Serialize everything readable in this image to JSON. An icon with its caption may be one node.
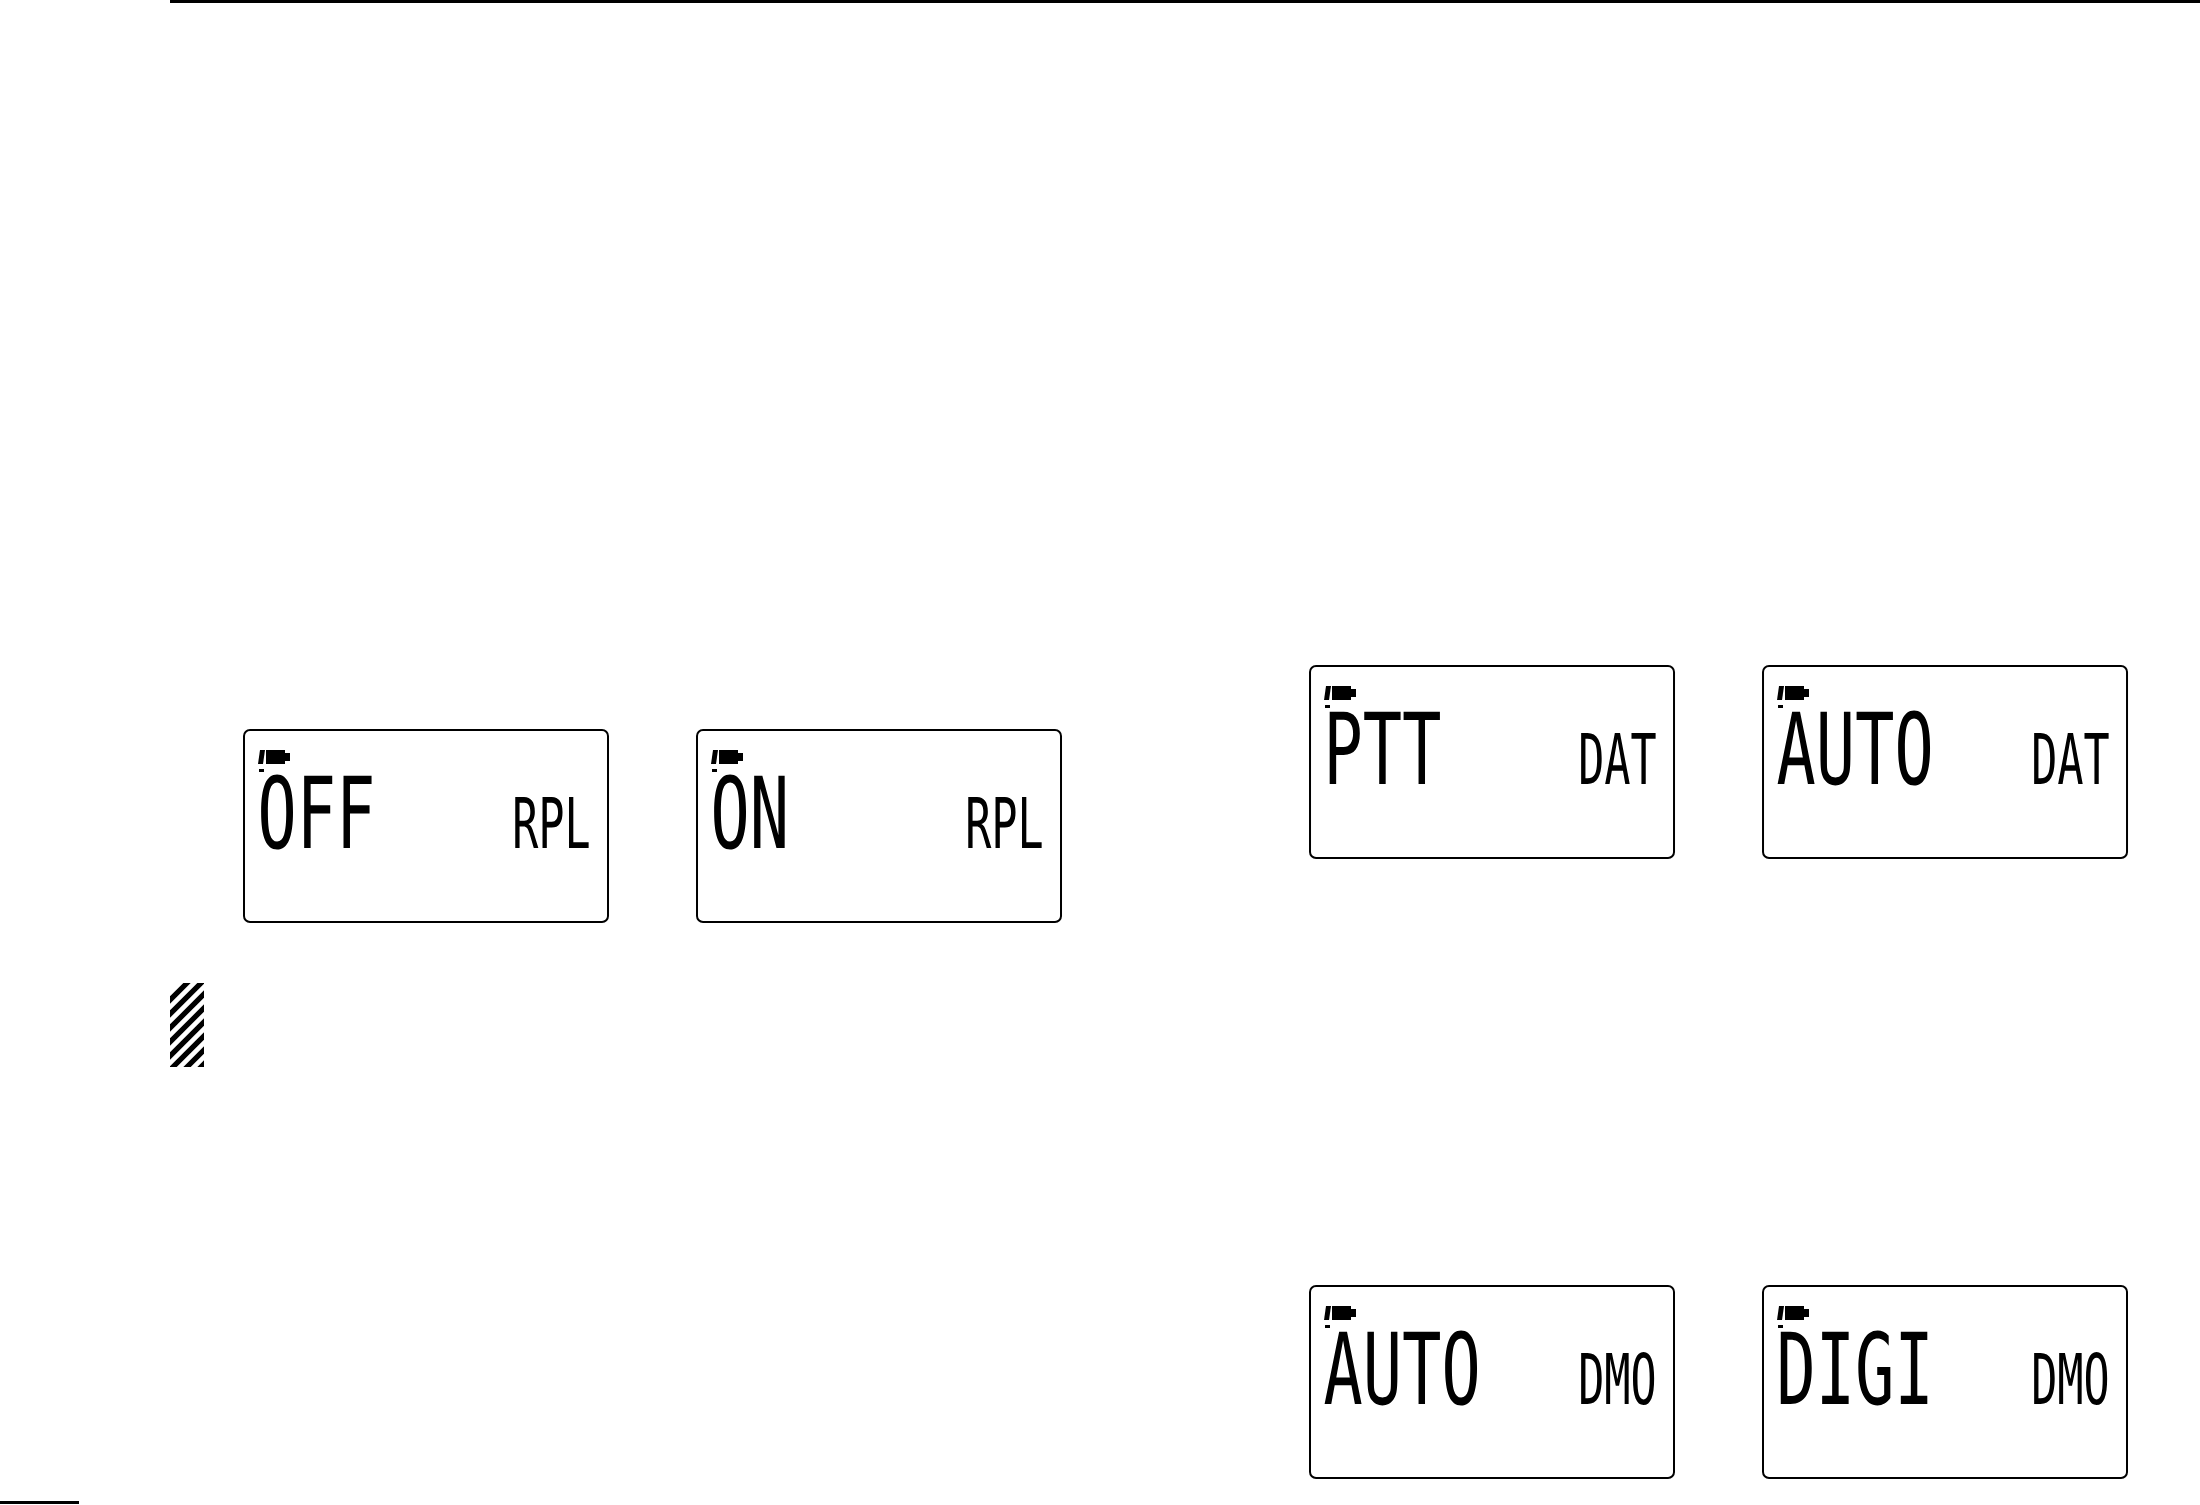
{
  "diagram": {
    "nodes": [
      {
        "text": [
          "OFF",
          "RPL"
        ]
      },
      {
        "text": [
          "ON",
          "RPL"
        ]
      },
      {
        "text": [
          "PTT",
          "DAT"
        ]
      },
      {
        "text": [
          "AUTO",
          "DAT"
        ]
      },
      {
        "text": [
          "AUTO",
          "DMO"
        ]
      },
      {
        "text": [
          "DIGI",
          "DMO"
        ]
      }
    ]
  }
}
